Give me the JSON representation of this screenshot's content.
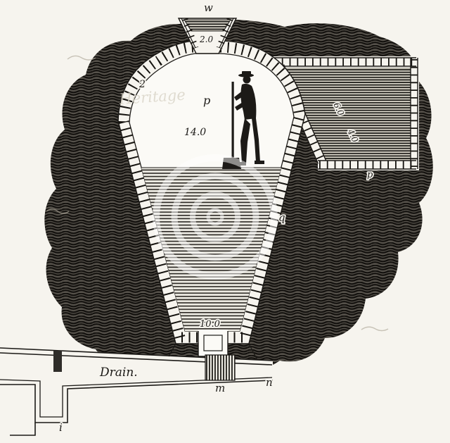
{
  "figure": {
    "watermark_text": "Heritage",
    "labels": {
      "w": "w",
      "top_width": "2.0",
      "arch_left": "2",
      "chamber_p": "p",
      "depth": "14.0",
      "gallery_dim_a": "6.0",
      "gallery_dim_b": "4.0",
      "gallery_p": "p",
      "wall_q": "q",
      "bottom_width": "10.0",
      "drain": "Drain.",
      "m": "m",
      "n": "n",
      "i": "i"
    },
    "colors": {
      "ink": "#1c1a17",
      "paper": "#f6f4ee"
    }
  }
}
